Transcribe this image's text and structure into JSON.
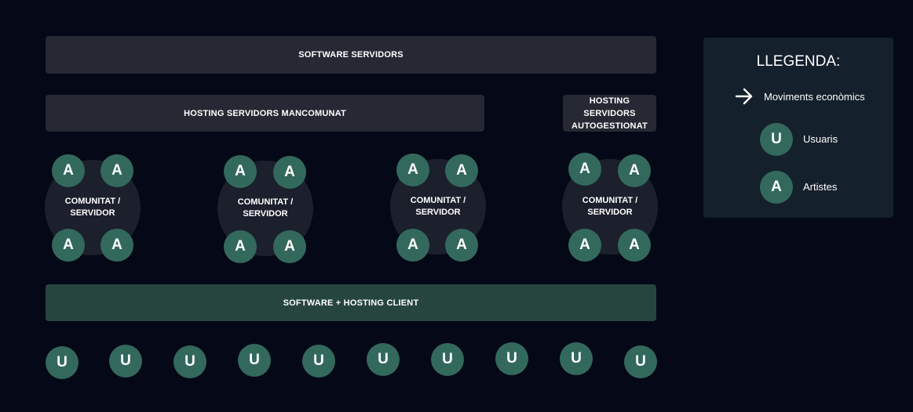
{
  "diagram": {
    "software_servers": "SOFTWARE SERVIDORS",
    "hosting_shared": "HOSTING SERVIDORS MANCOMUNAT",
    "hosting_self_line1": "HOSTING SERVIDORS",
    "hosting_self_line2": "AUTOGESTIONAT",
    "client": "SOFTWARE + HOSTING CLIENT",
    "community_line1": "COMUNITAT /",
    "community_line2": "SERVIDOR",
    "artist_letter": "A",
    "user_letter": "U",
    "communities_count": 4,
    "users_count": 10
  },
  "legend": {
    "title": "LLEGENDA:",
    "economic": "Moviments econòmics",
    "users": "Usuaris",
    "artists": "Artistes",
    "user_letter": "U",
    "artist_letter": "A"
  },
  "colors": {
    "background": "#050816",
    "bar": "#262833",
    "green": "#33695c",
    "green_bar": "#26453f",
    "legend_bg": "#14202b"
  }
}
